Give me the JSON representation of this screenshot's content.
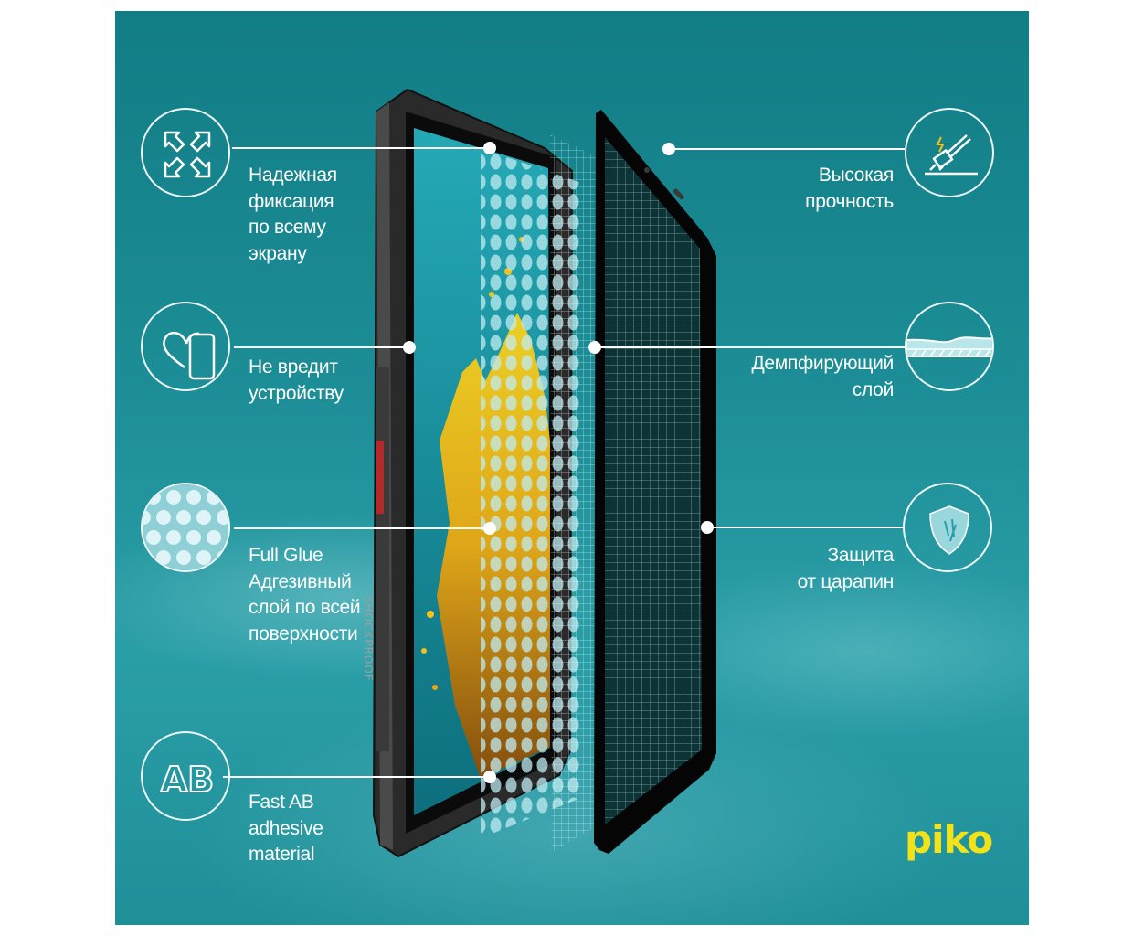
{
  "features_left": [
    {
      "icon": "expand-arrows-icon",
      "lines": [
        "Надежная",
        "фиксация",
        "по всему",
        "экрану"
      ]
    },
    {
      "icon": "heart-device-icon",
      "lines": [
        "Не вредит",
        "устройству"
      ]
    },
    {
      "icon": "dots-pattern-icon",
      "lines": [
        "Full Glue",
        "Адгезивный",
        "слой по всей",
        "поверхности"
      ]
    },
    {
      "icon": "ab-adhesive-icon",
      "lines": [
        "Fast AB",
        "adhesive",
        "material"
      ]
    }
  ],
  "features_right": [
    {
      "icon": "hammer-icon",
      "lines": [
        "Высокая",
        "прочность"
      ]
    },
    {
      "icon": "damping-layer-icon",
      "lines": [
        "Демпфирующий",
        "слой"
      ]
    },
    {
      "icon": "shield-icon",
      "lines": [
        "Защита",
        "от царапин"
      ]
    }
  ],
  "icon_texts": {
    "ab": "AB"
  },
  "device_side_text": "SHOCKPROOF",
  "brand": {
    "name": "piko",
    "color": "#f2e21a"
  },
  "colors": {
    "background": "#1c8d96",
    "accent_yellow": "#f2c21a",
    "line": "#ffffff"
  }
}
